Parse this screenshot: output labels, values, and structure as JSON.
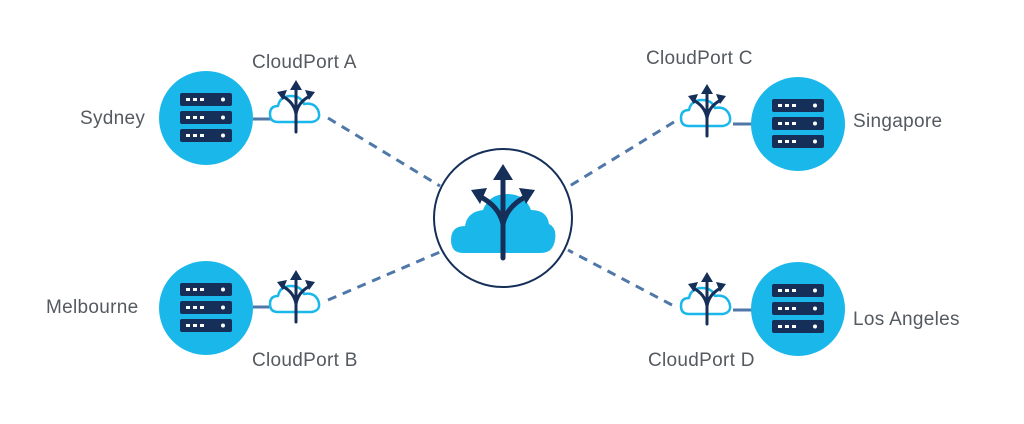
{
  "locations": {
    "sydney": "Sydney",
    "melbourne": "Melbourne",
    "singapore": "Singapore",
    "los_angeles": "Los Angeles"
  },
  "cloudports": {
    "a": "CloudPort A",
    "b": "CloudPort B",
    "c": "CloudPort C",
    "d": "CloudPort D"
  },
  "colors": {
    "server_circle": "#1ab8ea",
    "server_body": "#152f59",
    "navy": "#152f59",
    "cloud_fill": "#1ab8ea",
    "cloud_stroke": "#1ab8ea",
    "link": "#4f78a8",
    "label": "#555a60"
  },
  "icons": {
    "server": "server-rack-icon",
    "cloudport": "cloud-split-arrows-icon",
    "hub": "cloud-hub-icon"
  }
}
